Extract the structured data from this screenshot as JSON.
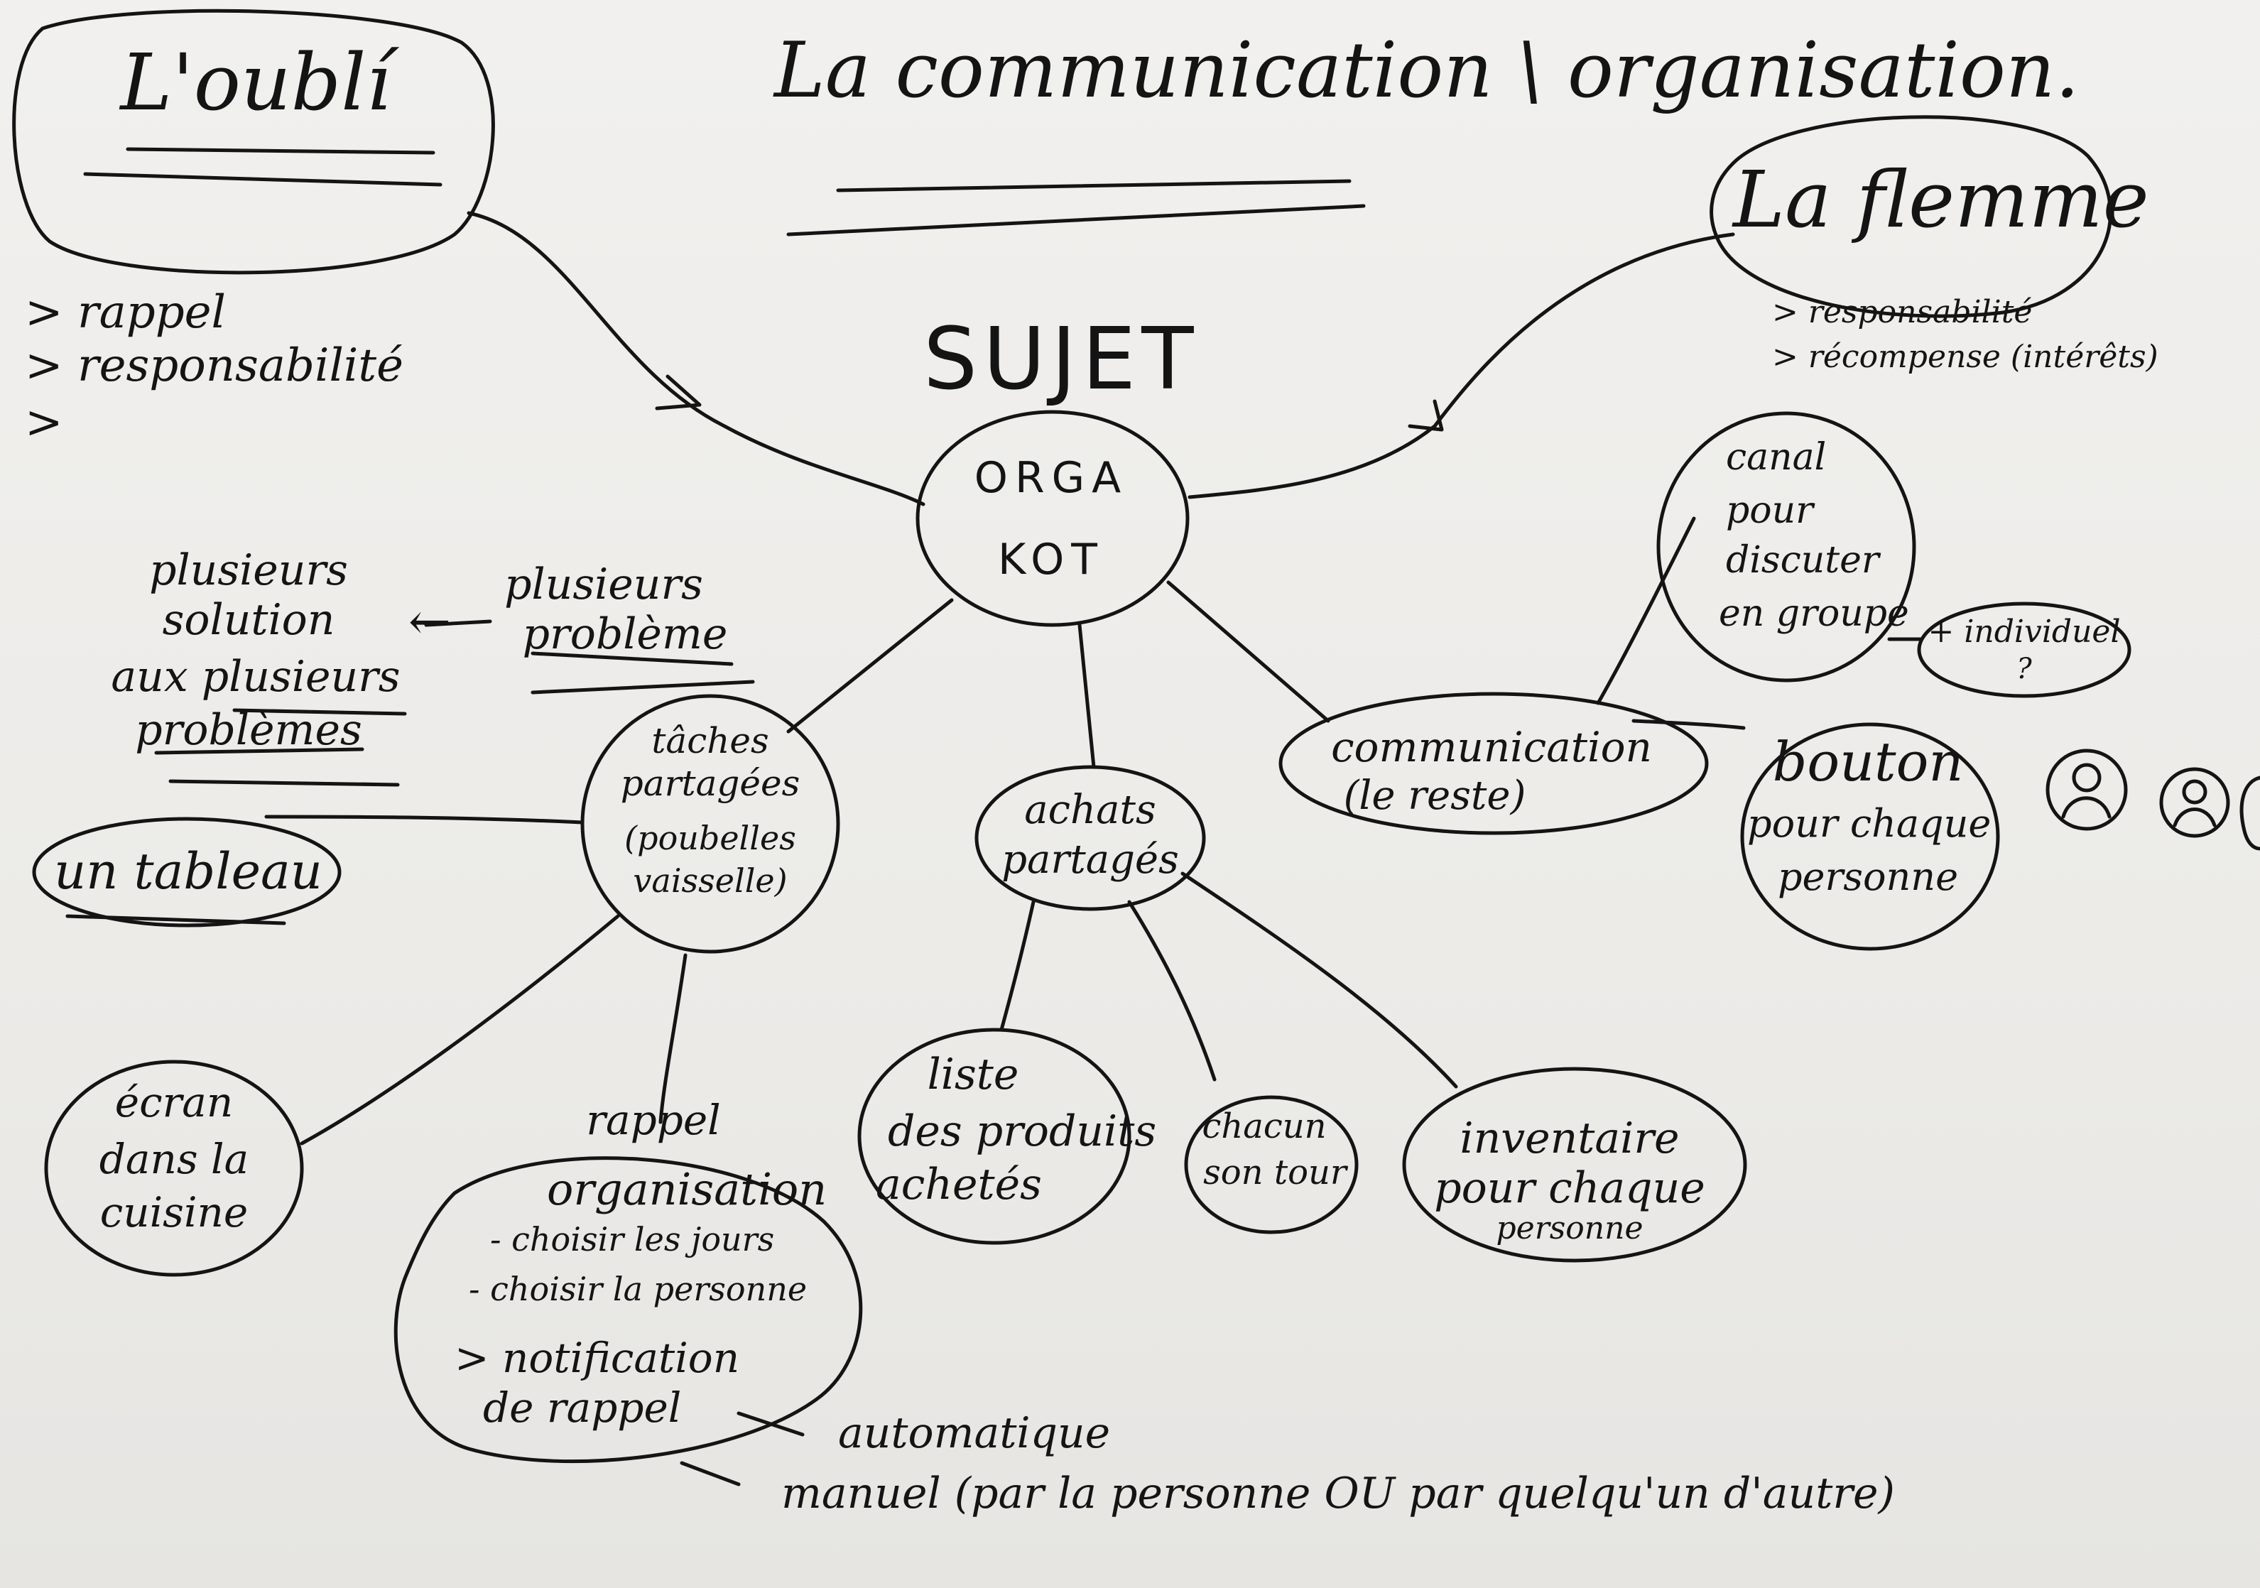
{
  "title": "La communication \\ organisation.",
  "subject": {
    "label": "SUJET",
    "node_line1": "ORGA",
    "node_line2": "KOT"
  },
  "problems": {
    "oubli": {
      "label": "L'oublí",
      "notes": [
        "> rappel",
        "> responsabilité",
        ">"
      ]
    },
    "flemme": {
      "label": "La flemme",
      "notes": [
        "> responsabilité",
        "> récompense (intérêts)"
      ]
    }
  },
  "side_note": {
    "left": [
      "plusieurs",
      "solution",
      "aux plusieurs",
      "problèmes"
    ],
    "arrow": "←",
    "right": [
      "plusieurs",
      "problème"
    ]
  },
  "taches": {
    "label": [
      "tâches",
      "partagées",
      "(poubelles",
      "vaisselle)"
    ],
    "tableau": "un tableau",
    "ecran": [
      "écran",
      "dans la",
      "cuisine"
    ],
    "rappel_label": "rappel",
    "organisation": [
      "organisation",
      "- choisir les jours",
      "- choisir la personne",
      "> notification",
      "de rappel"
    ],
    "auto": "automatique",
    "manuel": "manuel (par la personne OU par quelqu'un d'autre)"
  },
  "achats": {
    "label": [
      "achats",
      "partagés"
    ],
    "liste": [
      "liste",
      "des produits",
      "achetés"
    ],
    "chacun": [
      "chacun",
      "son tour"
    ],
    "inventaire": [
      "inventaire",
      "pour chaque",
      "personne"
    ]
  },
  "communication": {
    "label": [
      "communication",
      "(le reste)"
    ],
    "canal": [
      "canal",
      "pour",
      "discuter",
      "en groupe"
    ],
    "individuel": [
      "+ individuel",
      "?"
    ],
    "bouton": [
      "bouton",
      "pour chaque",
      "personne"
    ]
  },
  "stroke_color": "#141414",
  "paper_color": "#eeecea"
}
